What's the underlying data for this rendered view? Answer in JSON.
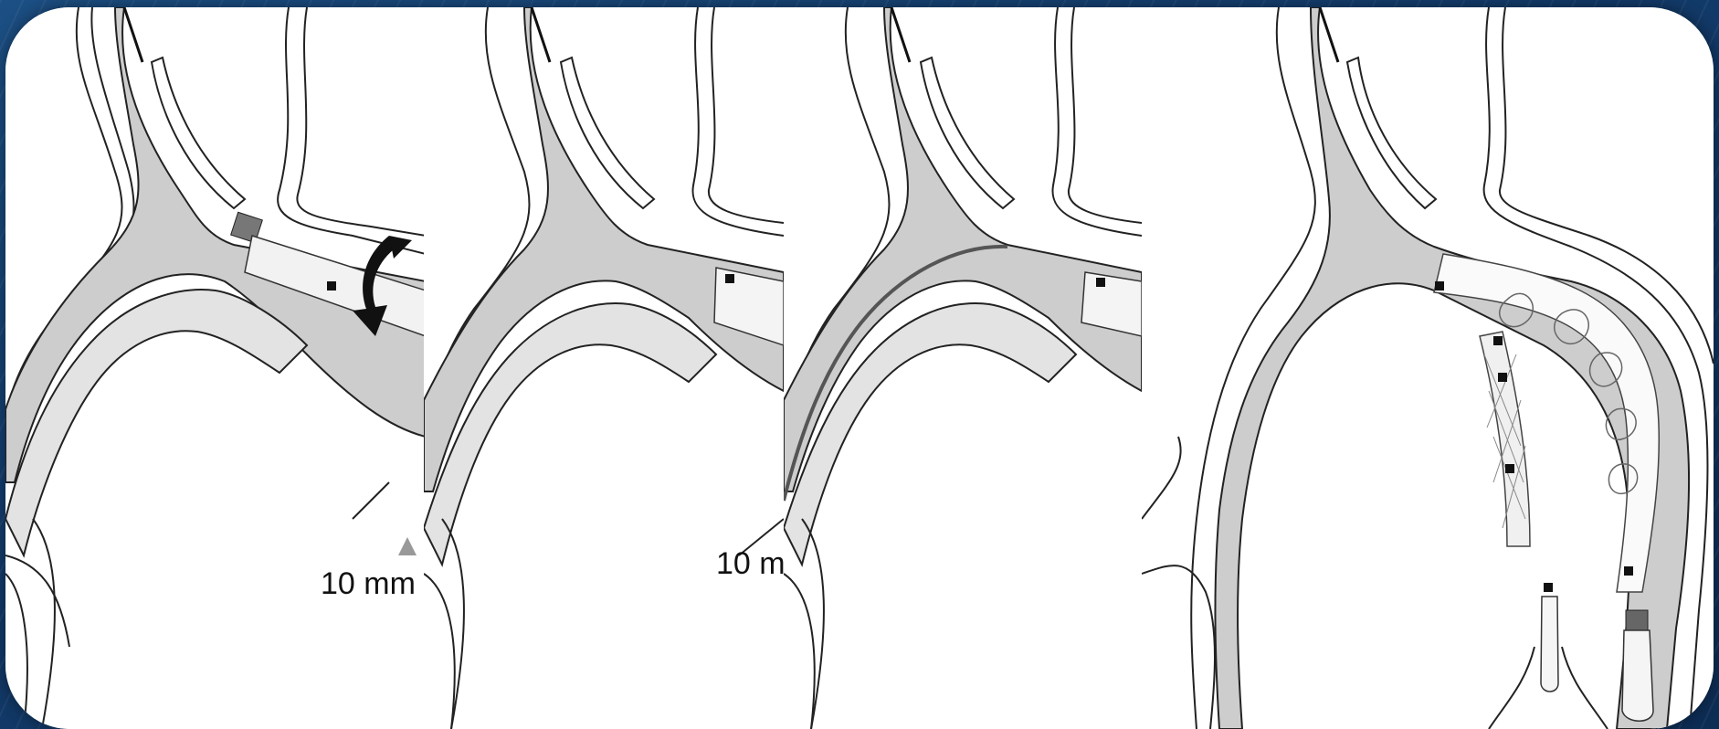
{
  "figure": {
    "panels": [
      {
        "id": "panel-1",
        "measure_label": "10 mm"
      },
      {
        "id": "panel-2",
        "measure_label": "10 m"
      },
      {
        "id": "panel-3",
        "measure_label": ""
      },
      {
        "id": "panel-4",
        "measure_label": ""
      }
    ]
  },
  "colors": {
    "background": "#12345f",
    "lumen": "#c9c9c9",
    "vessel_outline": "#222222",
    "stent": "#ffffff"
  }
}
